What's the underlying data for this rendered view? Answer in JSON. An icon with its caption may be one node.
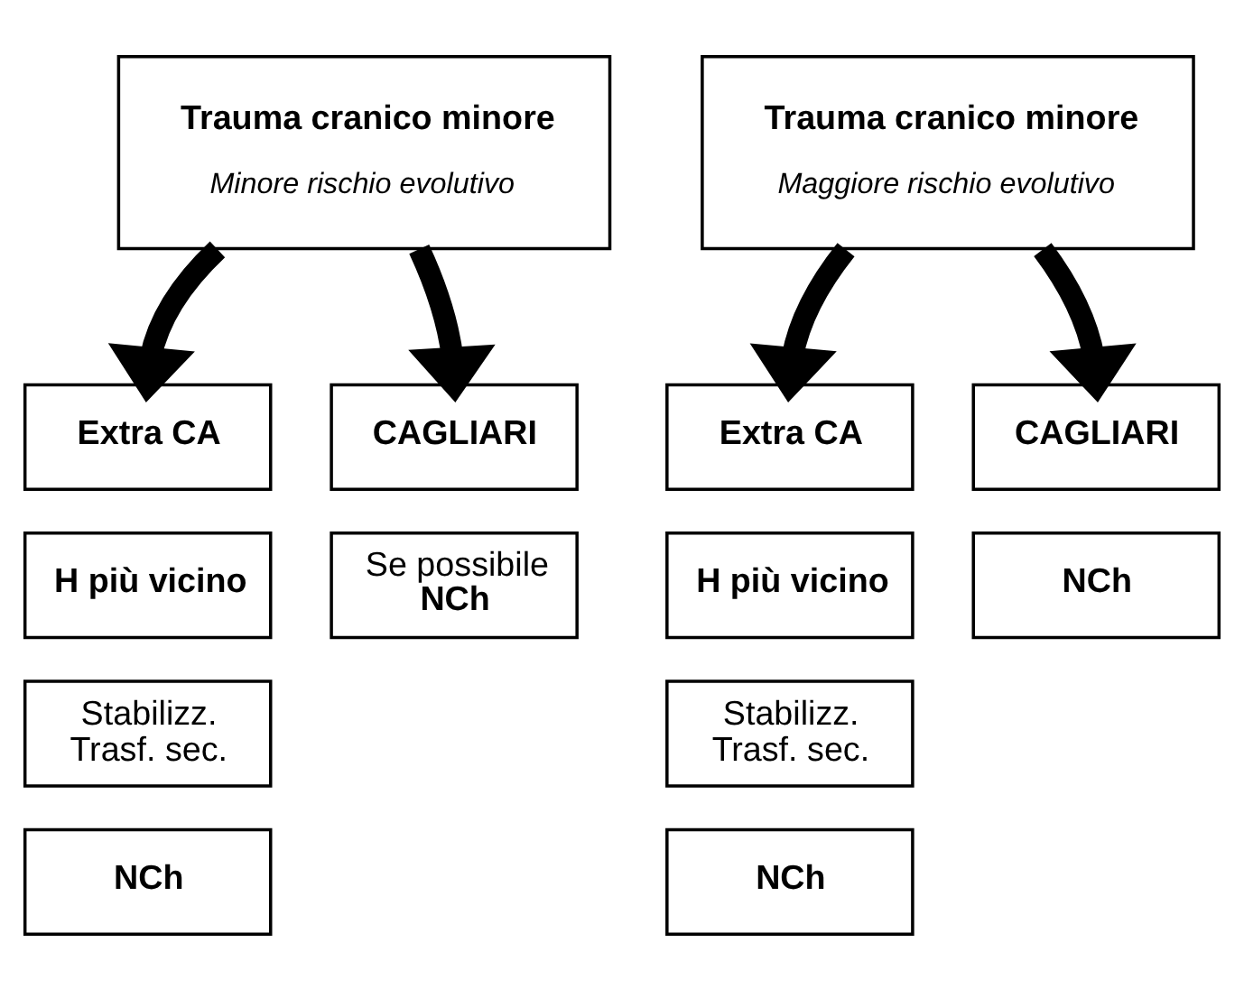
{
  "diagram": {
    "nodes": [
      {
        "text": [
          "Trauma cranico minore",
          "Minore rischio evolutivo"
        ]
      },
      {
        "text": [
          "Extra CA"
        ]
      },
      {
        "text": [
          "H più vicino"
        ]
      },
      {
        "text": [
          "Stabilizz. Trasf. sec."
        ]
      },
      {
        "text": [
          "NCh"
        ]
      },
      {
        "text": [
          "CAGLIARI"
        ]
      },
      {
        "text": [
          "Se possibile **NCh**"
        ]
      },
      {
        "text": [
          "Trauma cranico minore",
          "Maggiore rischio evolutivo"
        ]
      },
      {
        "text": [
          "Extra CA"
        ]
      },
      {
        "text": [
          "H più vicino"
        ]
      },
      {
        "text": [
          "Stabilizz. Trasf. sec."
        ]
      },
      {
        "text": [
          "NCh"
        ]
      },
      {
        "text": [
          "CAGLIARI"
        ]
      },
      {
        "text": [
          "NCh"
        ]
      }
    ],
    "edges": [
      {
        "from": 0,
        "to": 1,
        "arrow": "to"
      },
      {
        "from": 0,
        "to": 5,
        "arrow": "to"
      },
      {
        "from": 7,
        "to": 8,
        "arrow": "to"
      },
      {
        "from": 7,
        "to": 12,
        "arrow": "to"
      }
    ]
  }
}
